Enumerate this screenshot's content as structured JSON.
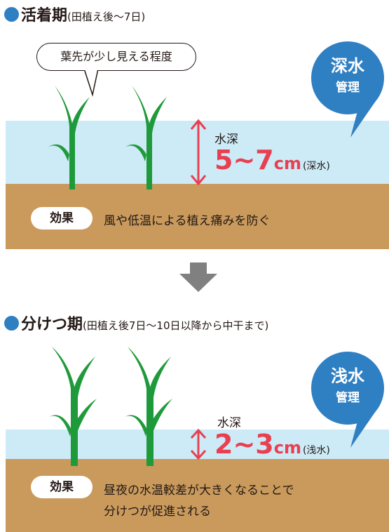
{
  "stage1": {
    "title": "活着期",
    "subtitle": "(田植え後〜7日)",
    "bubble": "葉先が少し見える程度",
    "depth_label": "水深",
    "depth_num": "5~7",
    "depth_unit": "cm",
    "depth_note": "(深水)",
    "effect_tag": "効果",
    "effect_text": "風や低温による植え痛みを防ぐ",
    "badge_big": "深水",
    "badge_small": "管理"
  },
  "stage2": {
    "title": "分けつ期",
    "subtitle": "(田植え後7日〜10日以降から中干まで)",
    "depth_label": "水深",
    "depth_num": "2~3",
    "depth_unit": "cm",
    "depth_note": "(浅水)",
    "effect_tag": "効果",
    "effect_line1": "昼夜の水温較差が大きくなることで",
    "effect_line2": "分けつが促進される",
    "badge_big": "浅水",
    "badge_small": "管理"
  },
  "colors": {
    "accent_blue": "#2f7fc3",
    "water": "#cdeaf7",
    "soil": "#c99a5c",
    "depth_red": "#e84050",
    "plant_green": "#1f9a3a",
    "arrow_gray": "#808080"
  },
  "icons": [
    "circle-bullet-icon",
    "speech-bubble-icon",
    "map-pin-badge-icon",
    "double-arrow-icon",
    "down-arrow-icon",
    "rice-seedling-icon"
  ]
}
